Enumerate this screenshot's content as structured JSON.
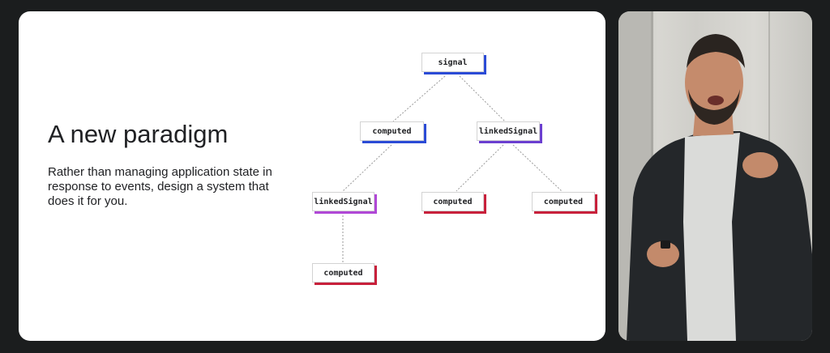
{
  "slide": {
    "title": "A new paradigm",
    "subtitle": "Rather than managing application state in response to events, design a system that does it for you.",
    "nodes": {
      "root": "signal",
      "computed_left": "computed",
      "linked_right": "linkedSignal",
      "linked_left": "linkedSignal",
      "computed_mid": "computed",
      "computed_right": "computed",
      "computed_bottom": "computed"
    }
  },
  "colors": {
    "blue": "#2b4bd6",
    "violet": "#6b3fd0",
    "purple": "#b047d6",
    "red": "#c8203b"
  }
}
